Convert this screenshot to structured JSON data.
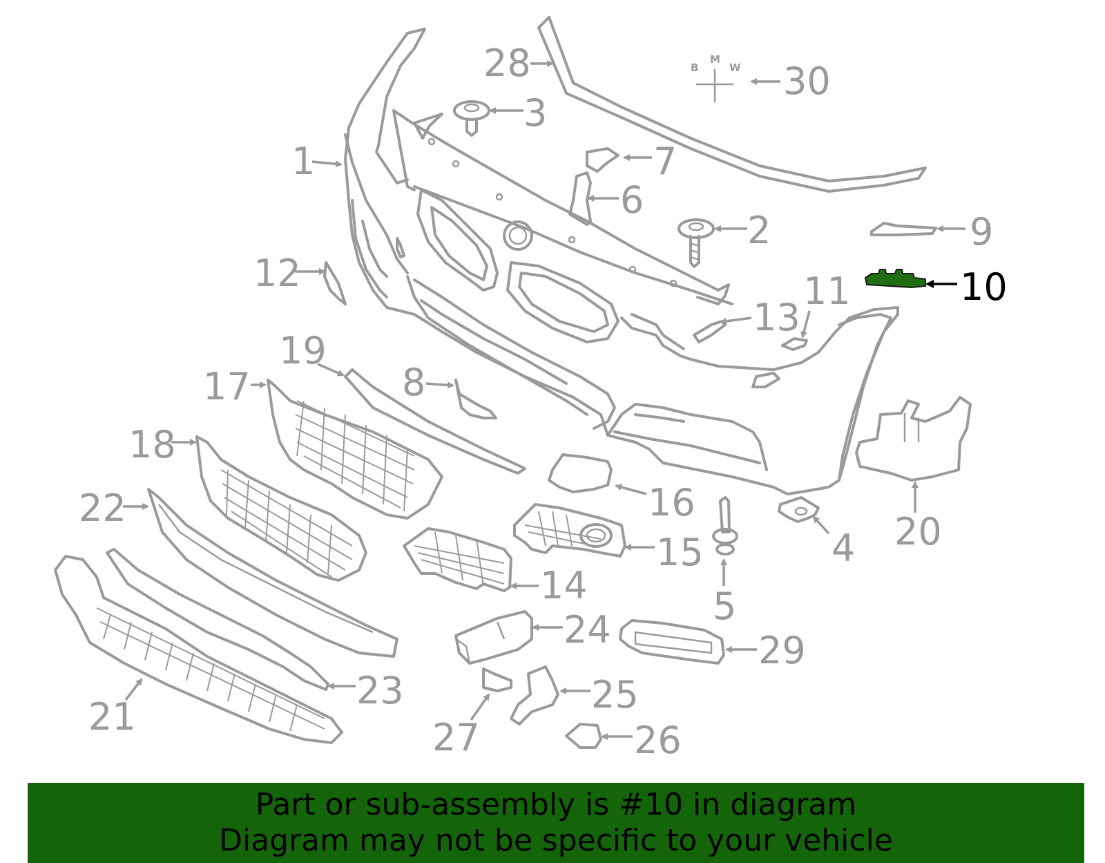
{
  "diagram": {
    "highlight_color": "#1f6e12",
    "part_color": "#9a9a9a",
    "highlighted_part": "10",
    "callouts": [
      "1",
      "2",
      "3",
      "4",
      "5",
      "6",
      "7",
      "8",
      "9",
      "10",
      "11",
      "12",
      "13",
      "14",
      "15",
      "16",
      "17",
      "18",
      "19",
      "20",
      "21",
      "22",
      "23",
      "24",
      "25",
      "26",
      "27",
      "28",
      "29",
      "30"
    ],
    "logo_letters": [
      "B",
      "M",
      "W"
    ]
  },
  "banner": {
    "line1": "Part or sub-assembly is #10 in diagram",
    "line2": "Diagram may not be specific to your vehicle",
    "background": "#14650a"
  }
}
